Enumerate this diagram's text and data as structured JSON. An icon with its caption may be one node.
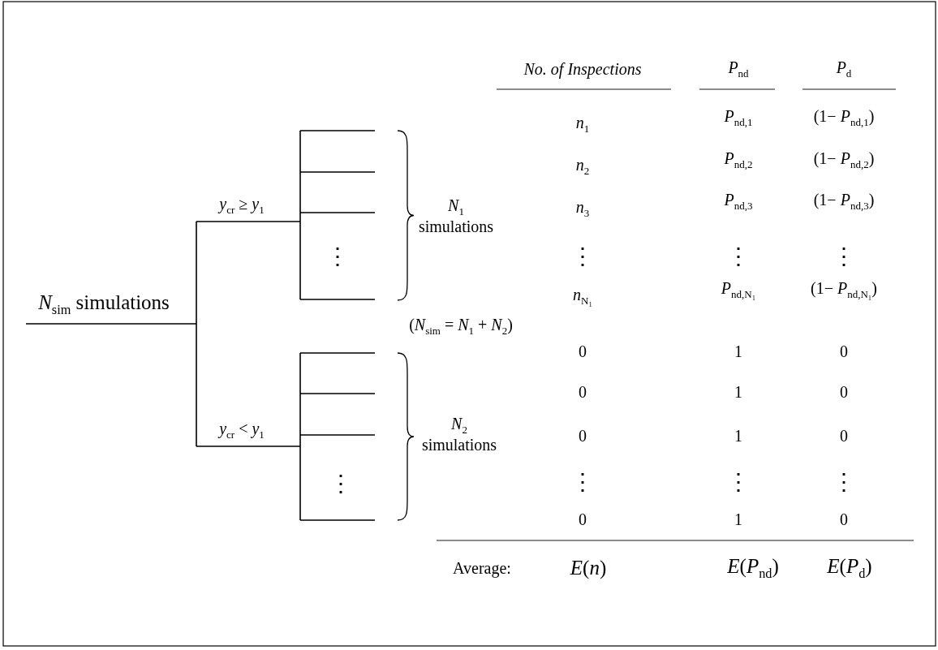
{
  "diagram": {
    "labels": [
      "*N*$_{sim}$ simulations",
      "*y*$_{cr}$ ≥ *y*$_{1}$",
      "⋮",
      "*N*$_{1}$ simulations",
      "(*N*$_{sim}$ = *N*$_{1}$ + *N*$_{2}$)",
      "*y*$_{cr}$ < *y*$_{1}$",
      "⋮",
      "*N*$_{2}$ simulations",
      "No. of Inspections",
      "*P*$_{nd}$",
      "*P*$_{d}$",
      "*n*$_{1}$",
      "*P*$_{nd,1}$",
      "(1− *P*$_{nd,1}$)",
      "*n*$_{2}$",
      "*P*$_{nd,2}$",
      "(1− *P*$_{nd,2}$)",
      "*n*$_{3}$",
      "*P*$_{nd,3}$",
      "(1− *P*$_{nd,3}$)",
      "⋮",
      "⋮",
      "⋮",
      "*n*$_{N₁}$",
      "*P*$_{nd,N₁}$",
      "(1− *P*$_{nd,N₁}$)",
      "0",
      "1",
      "0",
      "0",
      "1",
      "0",
      "0",
      "1",
      "0",
      "⋮",
      "⋮",
      "⋮",
      "0",
      "1",
      "0",
      "Average:",
      "*E*(*n*)",
      "*E*(*P*$_{nd}$)",
      "*E*(*P*$_{d}$)"
    ]
  }
}
